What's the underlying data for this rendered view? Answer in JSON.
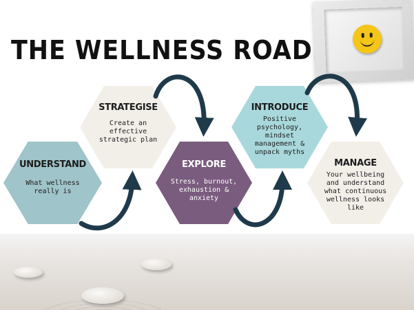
{
  "title": "THE WELLNESS ROADMAP",
  "colors": {
    "understand": "#9fc4c9",
    "strategise": "#f2efe9",
    "explore": "#7a5c7e",
    "introduce": "#a9d8dc",
    "manage": "#f2efe9",
    "arrow": "#1f3a4a"
  },
  "steps": [
    {
      "title": "UNDERSTAND",
      "description": "What wellness\nreally is"
    },
    {
      "title": "STRATEGISE",
      "description": "Create an\neffective\nstrategic plan"
    },
    {
      "title": "EXPLORE",
      "description": "Stress, burnout,\nexhaustion &\nanxiety"
    },
    {
      "title": "INTRODUCE",
      "description": "Positive\npsychology,\nmindset\nmanagement &\nunpack myths"
    },
    {
      "title": "MANAGE",
      "description": "Your wellbeing\nand understand\nwhat continuous\nwellness looks\nlike"
    }
  ],
  "icons": {
    "frame": "smiley-face-icon",
    "background": "zen-sand-stones"
  }
}
